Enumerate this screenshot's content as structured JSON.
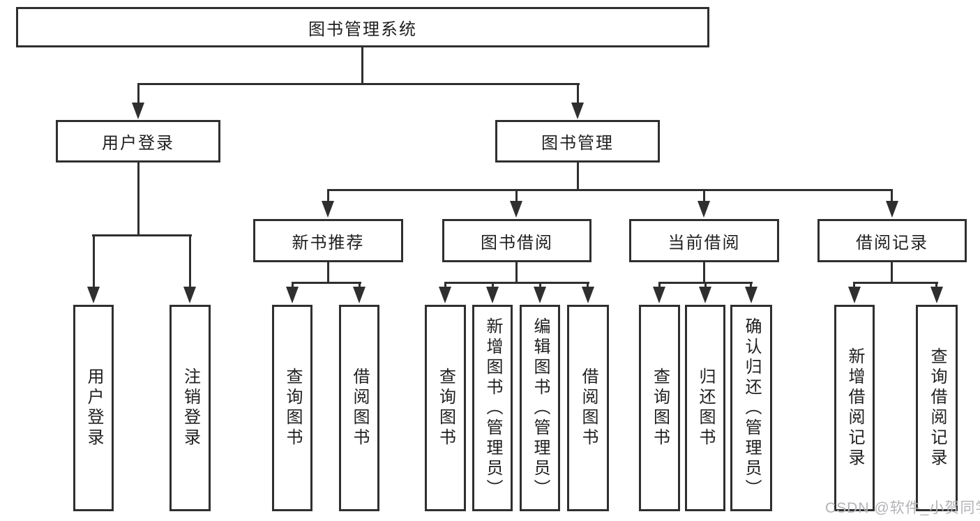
{
  "colors": {
    "line": "#2f2f2f",
    "text": "#1f1f1f",
    "background": "#ffffff",
    "watermark": "#b3b3b7"
  },
  "root": {
    "label": "图书管理系统"
  },
  "branches": [
    {
      "label": "用户登录",
      "children": [
        "用户登录",
        "注销登录"
      ]
    },
    {
      "label": "图书管理",
      "sections": [
        {
          "label": "新书推荐",
          "children": [
            "查询图书",
            "借阅图书"
          ]
        },
        {
          "label": "图书借阅",
          "children": [
            "查询图书",
            "新增图书（管理员）",
            "编辑图书（管理员）",
            "借阅图书"
          ]
        },
        {
          "label": "当前借阅",
          "children": [
            "查询图书",
            "归还图书",
            "确认归还（管理员）"
          ]
        },
        {
          "label": "借阅记录",
          "children": [
            "新增借阅记录",
            "查询借阅记录"
          ]
        }
      ]
    }
  ],
  "watermark": "CSDN @软件_小贺同学"
}
